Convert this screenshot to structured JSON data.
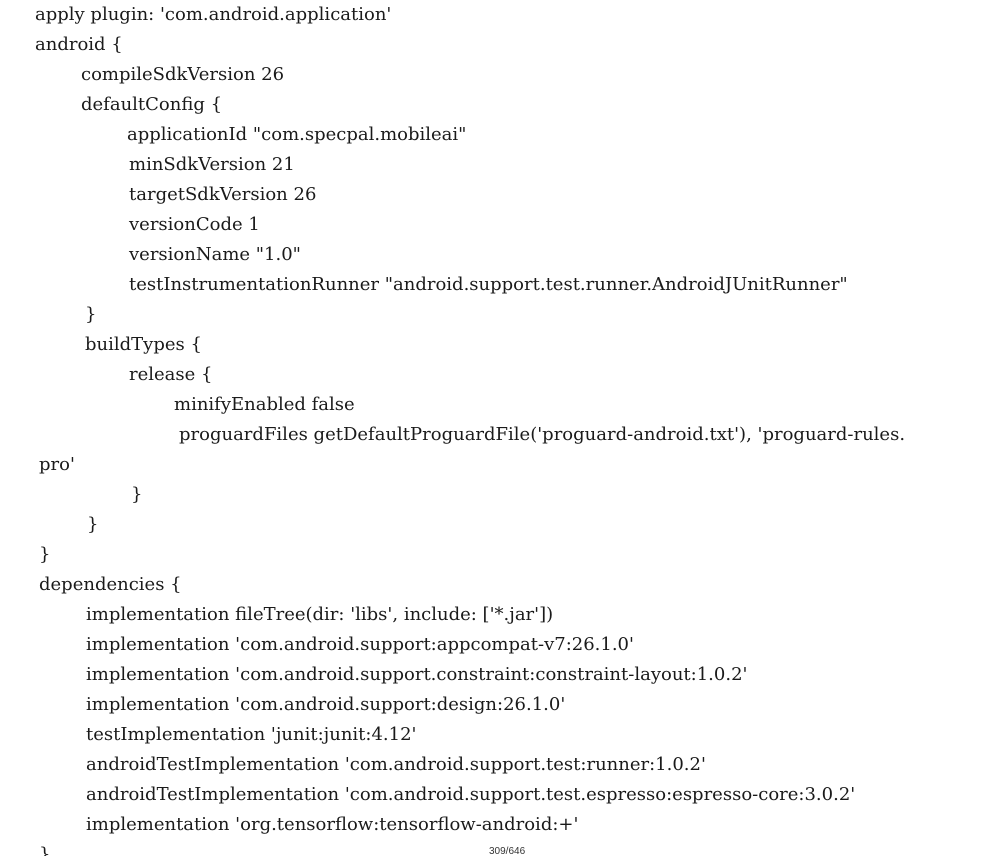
{
  "code_lines": [
    "apply plugin: 'com.android.application'",
    "android {",
    "compileSdkVersion 26",
    "defaultConfig {",
    "applicationId \"com.specpal.mobileai\"",
    "minSdkVersion 21",
    "targetSdkVersion 26",
    "versionCode 1",
    "versionName \"1.0\"",
    "testInstrumentationRunner \"android.support.test.runner.AndroidJUnitRunner\"",
    "}",
    "buildTypes {",
    "release {",
    "minifyEnabled false",
    "proguardFiles getDefaultProguardFile('proguard-android.txt'), 'proguard-rules.",
    "pro'",
    "}",
    "}",
    "}",
    "dependencies {",
    "implementation fileTree(dir: 'libs', include: ['*.jar'])",
    "implementation 'com.android.support:appcompat-v7:26.1.0'",
    "implementation 'com.android.support.constraint:constraint-layout:1.0.2'",
    "implementation 'com.android.support:design:26.1.0'",
    "testImplementation 'junit:junit:4.12'",
    "androidTestImplementation 'com.android.support.test:runner:1.0.2'",
    "androidTestImplementation 'com.android.support.test.espresso:espresso-core:3.0.2'",
    "implementation 'org.tensorflow:tensorflow-android:+'",
    "}"
  ],
  "page_number": "309/646"
}
